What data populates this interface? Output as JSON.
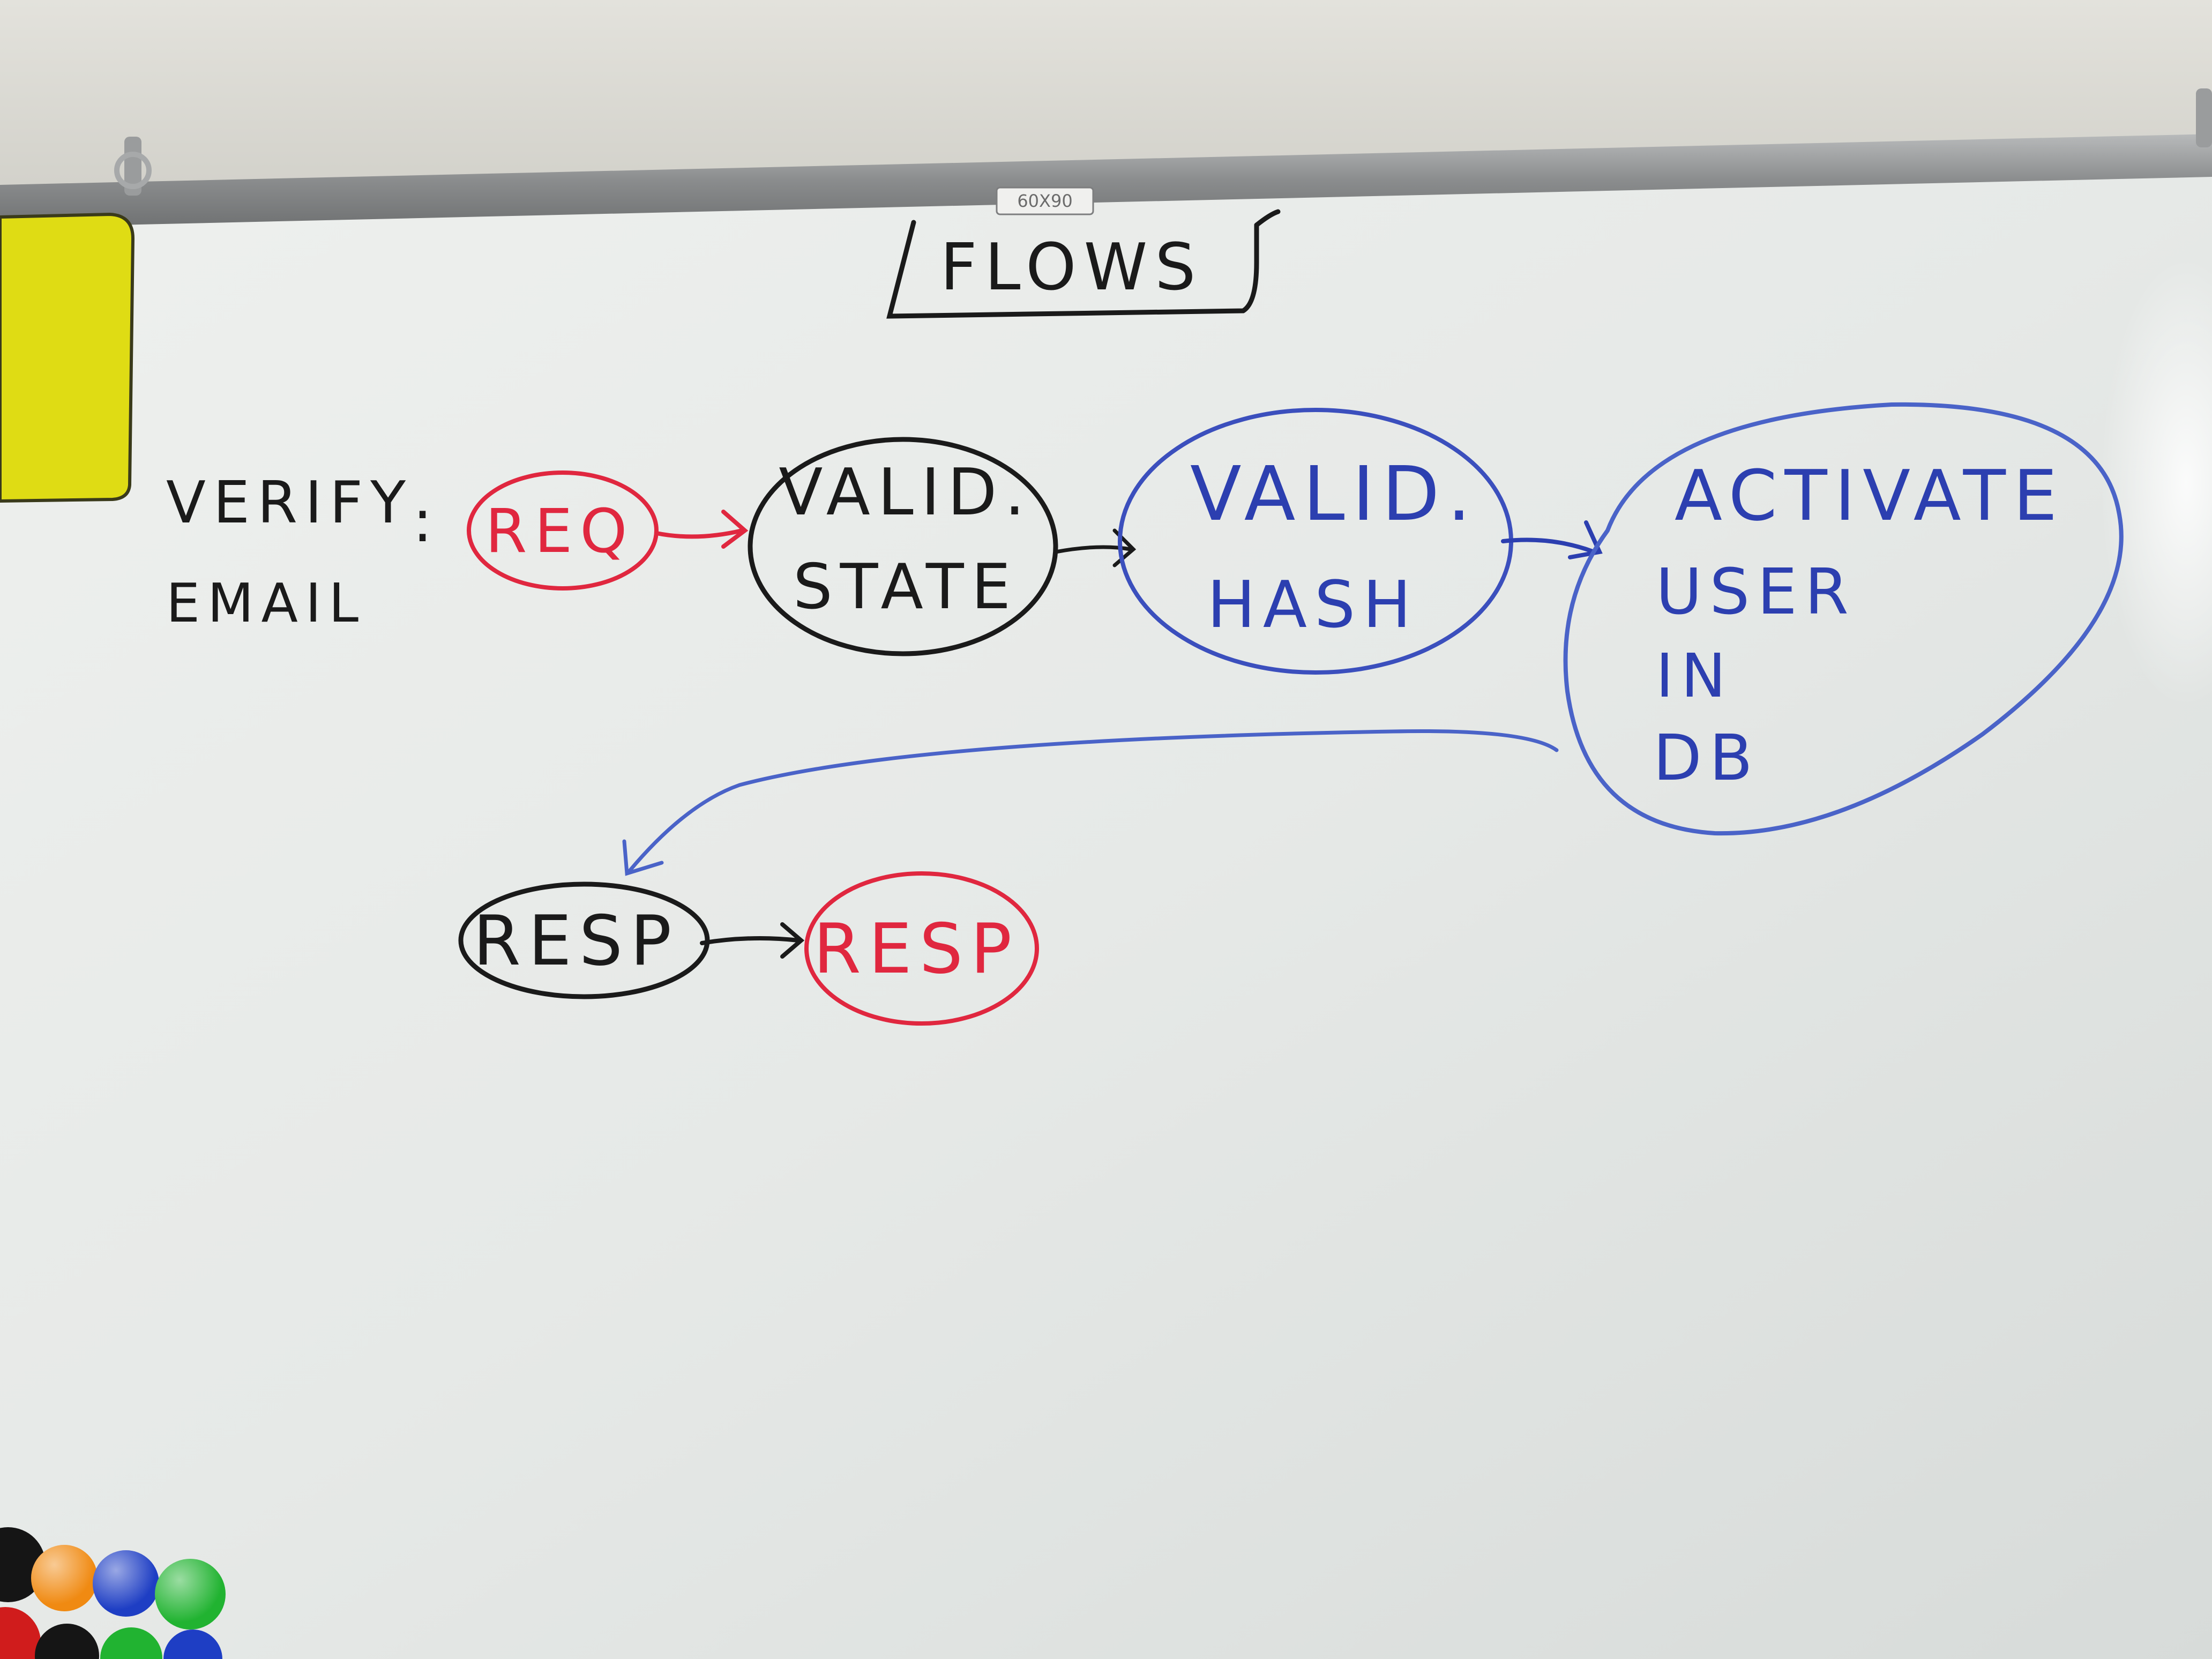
{
  "board": {
    "title": "FLOWS",
    "size_tag": "60X90"
  },
  "flow": {
    "label_line1": "VERIFY",
    "label_line2": "EMAIL",
    "colon": ":",
    "nodes": {
      "req": "REQ",
      "valid_state_line1": "VALID.",
      "valid_state_line2": "STATE",
      "valid_hash_line1": "VALID.",
      "valid_hash_line2": "HASH",
      "activate_line1": "ACTIVATE",
      "activate_line2": "USER",
      "activate_line3": "IN",
      "activate_line4": "DB",
      "resp_black": "RESP",
      "resp_red": "RESP"
    }
  },
  "colors": {
    "red_marker": "#e0273f",
    "black_marker": "#1a1a1a",
    "blue_marker": "#2c3fb0",
    "light_blue_marker": "#4a63c8",
    "board": "#e9ecea",
    "wall": "#d9d8d2",
    "rail": "#8d8f90",
    "sticky_note": "#dedc1a"
  },
  "magnets": [
    "black",
    "orange",
    "blue",
    "green",
    "red",
    "black",
    "green",
    "blue"
  ]
}
